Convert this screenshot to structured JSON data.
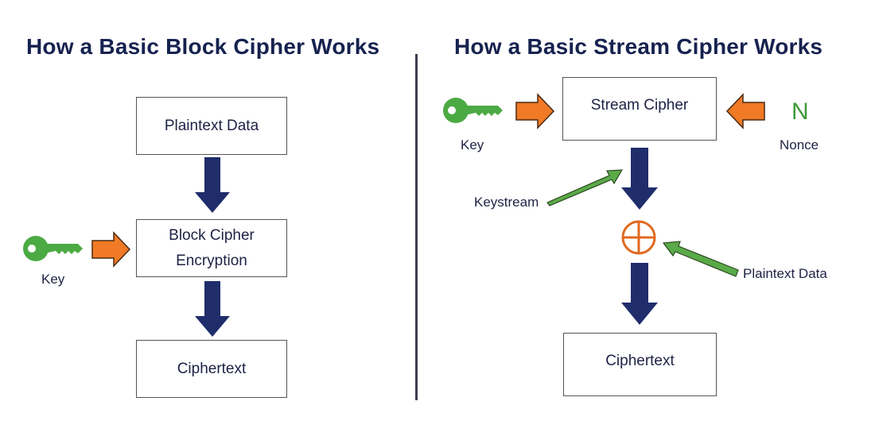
{
  "colors": {
    "title": "#16224f",
    "down_arrow": "#1f2d6b",
    "key": "#4caa44",
    "input_arrow": "#f07a25",
    "pointer_arrow": "#5aaa48",
    "xor": "#e06a20",
    "nonce": "#3e9a3a"
  },
  "block_cipher": {
    "title": "How a Basic Block Cipher Works",
    "boxes": {
      "plaintext": "Plaintext Data",
      "encryption_line1": "Block Cipher",
      "encryption_line2": "Encryption",
      "ciphertext": "Ciphertext"
    },
    "key_label": "Key"
  },
  "stream_cipher": {
    "title": "How a Basic Stream Cipher Works",
    "boxes": {
      "stream_cipher": "Stream Cipher",
      "ciphertext": "Ciphertext"
    },
    "key_label": "Key",
    "nonce_symbol": "N",
    "nonce_label": "Nonce",
    "keystream_label": "Keystream",
    "plaintext_label": "Plaintext Data"
  }
}
